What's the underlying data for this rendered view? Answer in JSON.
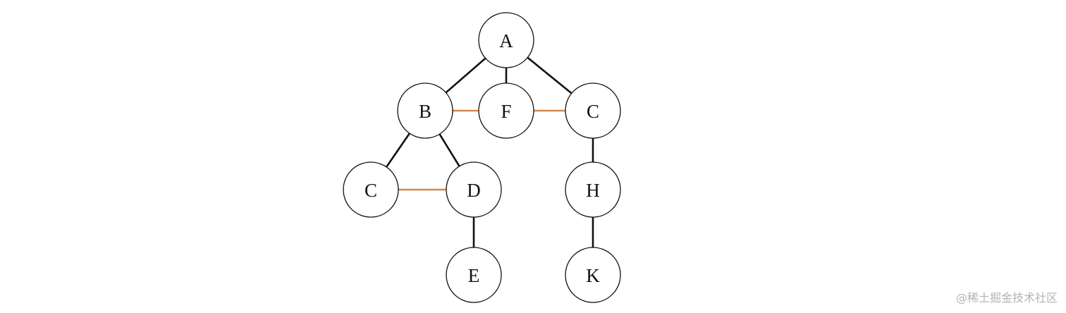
{
  "nodes": [
    {
      "id": "A",
      "label": "A"
    },
    {
      "id": "B",
      "label": "B"
    },
    {
      "id": "F",
      "label": "F"
    },
    {
      "id": "C1",
      "label": "C"
    },
    {
      "id": "C2",
      "label": "C"
    },
    {
      "id": "D",
      "label": "D"
    },
    {
      "id": "H",
      "label": "H"
    },
    {
      "id": "E",
      "label": "E"
    },
    {
      "id": "K",
      "label": "K"
    }
  ],
  "edges": [
    {
      "from": "A",
      "to": "B",
      "kind": "tree"
    },
    {
      "from": "A",
      "to": "F",
      "kind": "tree"
    },
    {
      "from": "A",
      "to": "C1",
      "kind": "tree"
    },
    {
      "from": "B",
      "to": "C2",
      "kind": "tree"
    },
    {
      "from": "B",
      "to": "D",
      "kind": "tree"
    },
    {
      "from": "C1",
      "to": "H",
      "kind": "tree"
    },
    {
      "from": "D",
      "to": "E",
      "kind": "tree"
    },
    {
      "from": "H",
      "to": "K",
      "kind": "tree"
    },
    {
      "from": "B",
      "to": "F",
      "kind": "sibling-link"
    },
    {
      "from": "F",
      "to": "C1",
      "kind": "sibling-link"
    },
    {
      "from": "C2",
      "to": "D",
      "kind": "sibling-link"
    }
  ],
  "colors": {
    "tree_edge": "#111111",
    "sibling_link": "#d4874e",
    "node_stroke": "#111111",
    "node_fill": "#ffffff"
  },
  "watermark": "@稀土掘金技术社区"
}
